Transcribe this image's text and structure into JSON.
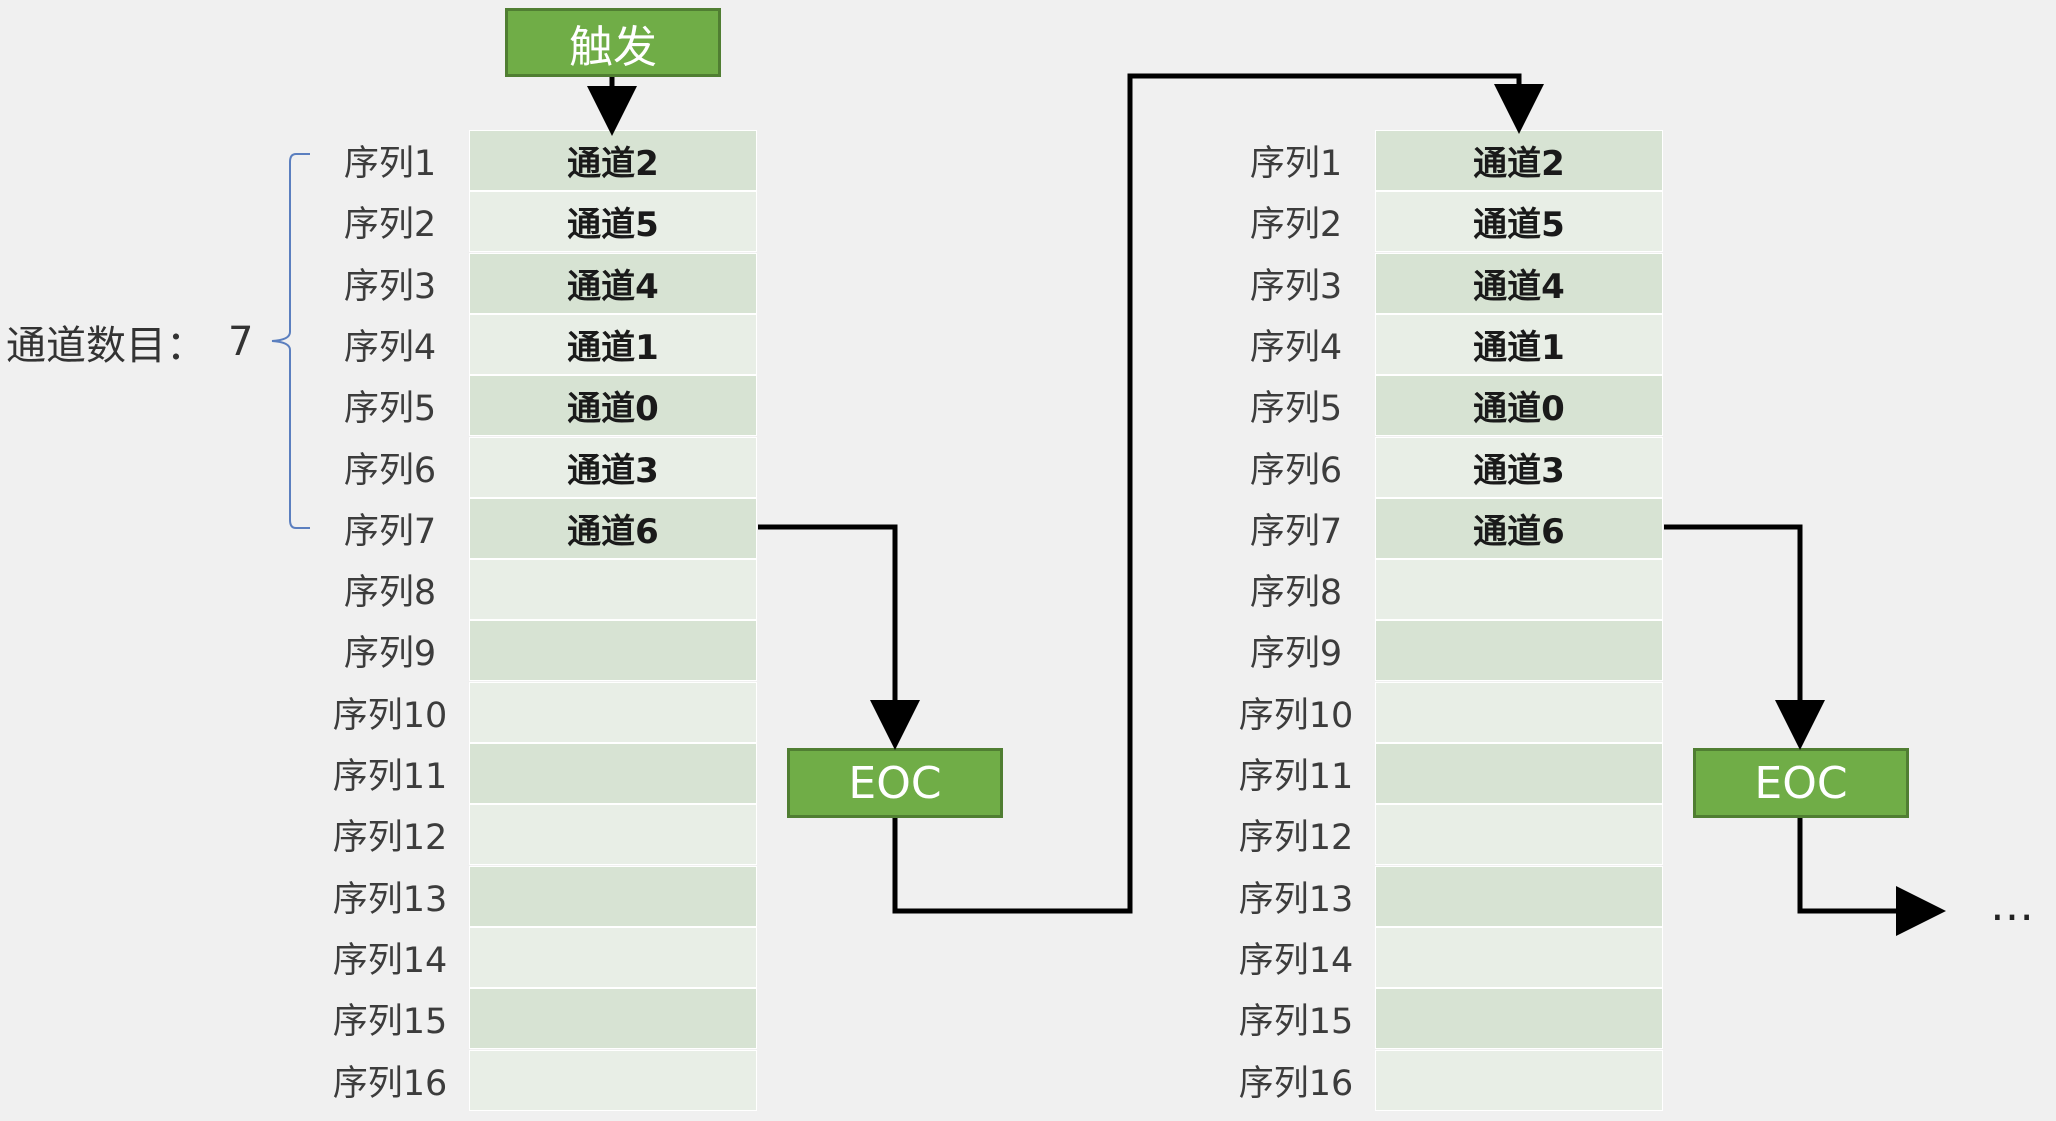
{
  "trigger_label": "触发",
  "channel_count_label": "通道数目：",
  "channel_count_value": "7",
  "ellipsis": "…",
  "eoc_label": "EOC",
  "sequence_labels": [
    "序列1",
    "序列2",
    "序列3",
    "序列4",
    "序列5",
    "序列6",
    "序列7",
    "序列8",
    "序列9",
    "序列10",
    "序列11",
    "序列12",
    "序列13",
    "序列14",
    "序列15",
    "序列16"
  ],
  "channels": [
    "通道2",
    "通道5",
    "通道4",
    "通道1",
    "通道0",
    "通道3",
    "通道6",
    "",
    "",
    "",
    "",
    "",
    "",
    "",
    "",
    ""
  ],
  "colors": {
    "background": "#f0f0f0",
    "box_fill": "#70ad47",
    "box_border": "#507e32",
    "cell_dark": "#d7e3d3",
    "cell_light": "#e8eee6",
    "bracket": "#5b7fbf",
    "wire": "#000000"
  }
}
